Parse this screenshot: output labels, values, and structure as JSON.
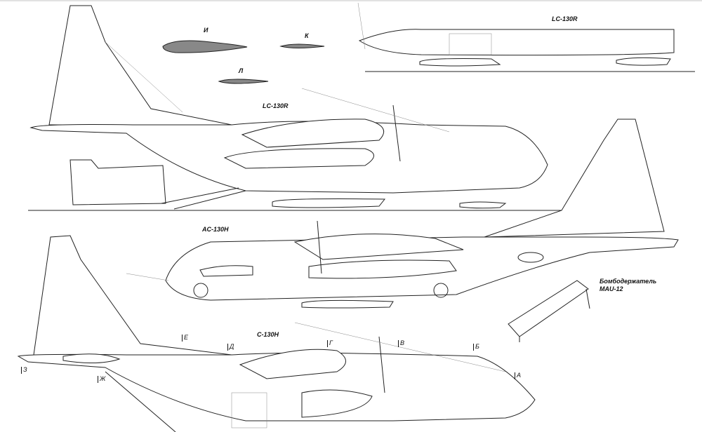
{
  "labels": {
    "section_i": "И",
    "section_k": "К",
    "section_l": "Л",
    "inset_title": "LC-130R",
    "top_view_title": "LC-130R",
    "middle_view_title": "AC-130H",
    "bottom_view_title": "C-130H",
    "bomb_rack_title": "Бомбодержатель",
    "bomb_rack_model": "MAU-12"
  },
  "sections": [
    "А",
    "Б",
    "В",
    "Г",
    "Д",
    "Е",
    "Ж",
    "З"
  ],
  "colors": {
    "line": "#222222",
    "fill_section": "#888888"
  }
}
